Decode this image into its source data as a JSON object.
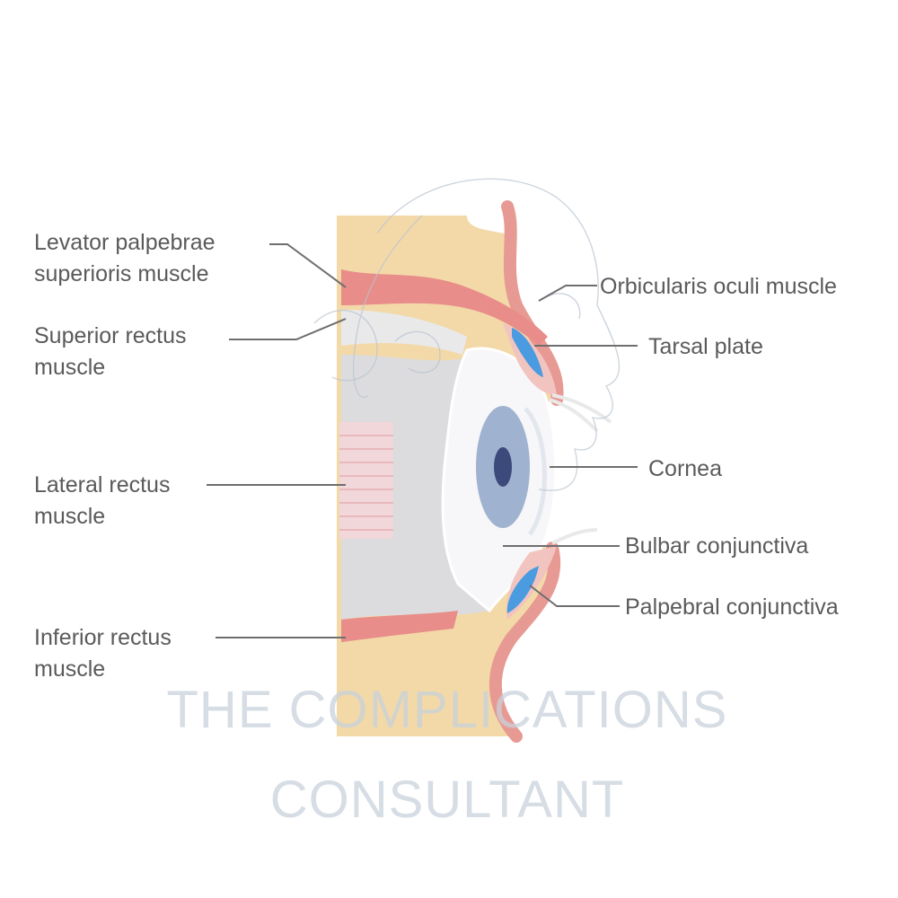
{
  "labels": {
    "levator": [
      "Levator palpebrae",
      "superioris muscle"
    ],
    "superior_rectus": [
      "Superior rectus",
      "muscle"
    ],
    "lateral_rectus": [
      "Lateral rectus",
      "muscle"
    ],
    "inferior_rectus": [
      "Inferior rectus",
      "muscle"
    ],
    "orbicularis": "Orbicularis oculi muscle",
    "tarsal": "Tarsal plate",
    "cornea": "Cornea",
    "bulbar": "Bulbar conjunctiva",
    "palpebral": "Palpebral conjunctiva"
  },
  "watermark": {
    "line1": "THE COMPLICATIONS",
    "line2": "CONSULTANT"
  }
}
